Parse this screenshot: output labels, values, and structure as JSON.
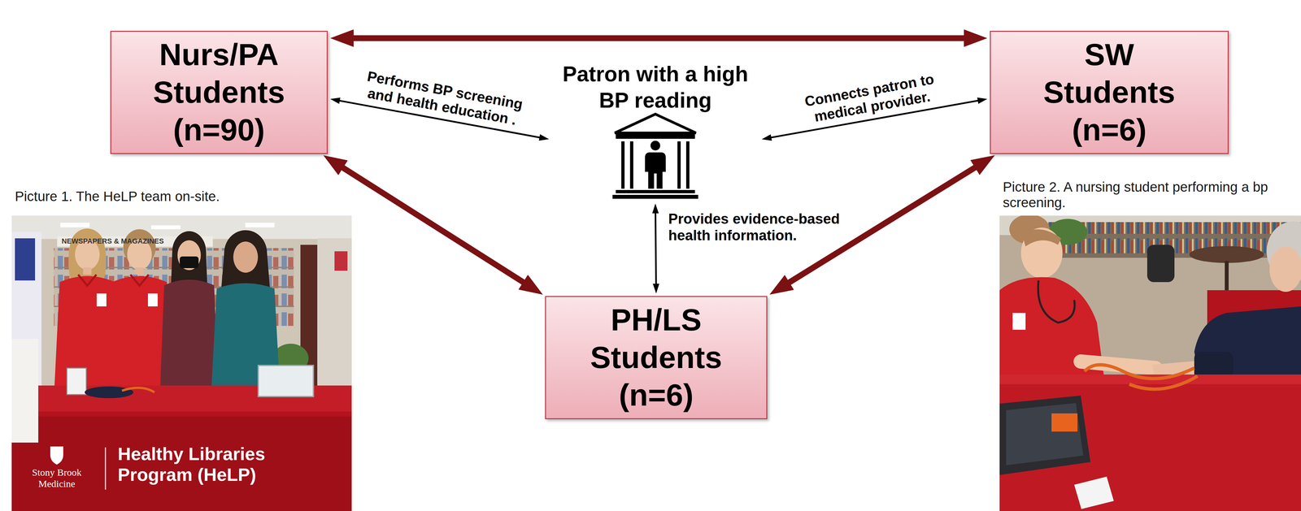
{
  "diagram": {
    "nodes": [
      {
        "text": [
          "Nurs/PA Students (n=90)"
        ]
      },
      {
        "text": [
          "Patron with a high BP reading"
        ]
      },
      {
        "text": [
          "SW Students (n=6)"
        ]
      },
      {
        "text": [
          "PH/LS Students (n=6)"
        ]
      }
    ],
    "edges": [
      {
        "from": 0,
        "to": 2,
        "arrow": "both"
      },
      {
        "from": 0,
        "to": 1,
        "label": "Performs BP screening and health education .",
        "arrow": "both"
      },
      {
        "from": 1,
        "to": 2,
        "label": "Connects patron to medical provider.",
        "arrow": "both"
      },
      {
        "from": 1,
        "to": 3,
        "label": "Provides evidence-based health information.",
        "arrow": "both"
      },
      {
        "from": 0,
        "to": 3,
        "arrow": "both"
      },
      {
        "from": 2,
        "to": 3,
        "arrow": "both"
      }
    ],
    "labels": [
      "Picture 1. The HeLP team on-site.",
      "Picture 2. A nursing student performing a bp screening.",
      "NEWSPAPERS & MAGAZINES",
      "Stony Brook Medicine",
      "Healthy Libraries Program (HeLP)"
    ]
  }
}
